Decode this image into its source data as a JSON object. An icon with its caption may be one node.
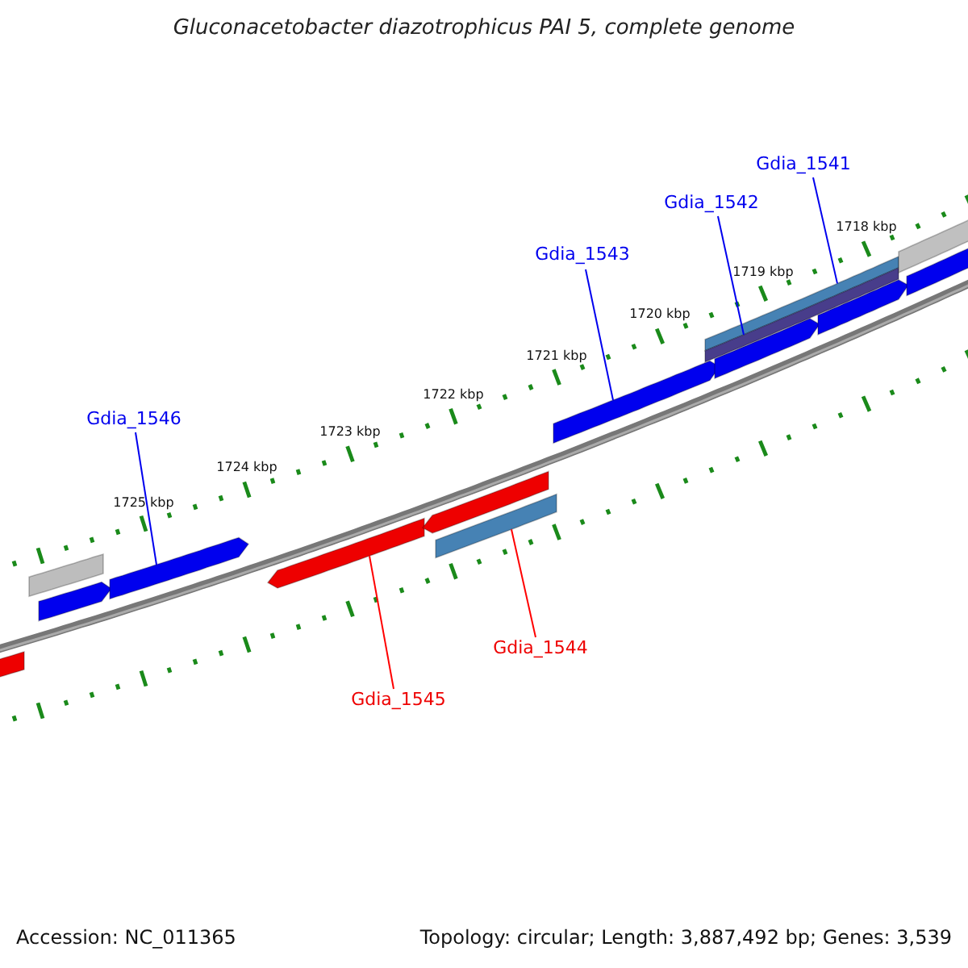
{
  "diagram": {
    "title": "Gluconacetobacter diazotrophicus PAI 5, complete genome",
    "nodes": [
      {
        "text": [
          "Gdia_1541"
        ]
      },
      {
        "text": [
          "Gdia_1542"
        ]
      },
      {
        "text": [
          "Gdia_1543"
        ]
      },
      {
        "text": [
          "Gdia_1546"
        ]
      },
      {
        "text": [
          "Gdia_1544"
        ]
      },
      {
        "text": [
          "Gdia_1545"
        ]
      },
      {
        "text": [],
        "shape": "bar"
      },
      {
        "text": [],
        "shape": "bar"
      },
      {
        "text": [],
        "shape": "bar"
      },
      {
        "text": [],
        "shape": "bar"
      },
      {
        "text": [],
        "shape": "bar"
      },
      {
        "text": [],
        "shape": "bar"
      },
      {
        "text": [],
        "shape": "bar"
      },
      {
        "text": [],
        "shape": "bar"
      },
      {
        "text": [],
        "shape": "bar"
      },
      {
        "text": [],
        "shape": "bar"
      },
      {
        "text": [],
        "shape": "bar"
      },
      {
        "text": [],
        "shape": "bar"
      },
      {
        "text": [],
        "shape": "bar"
      },
      {
        "text": [],
        "shape": "bar"
      }
    ],
    "edges": [
      {
        "from": 0,
        "to": 14,
        "arrow": "none"
      },
      {
        "from": 1,
        "to": 15,
        "arrow": "none"
      },
      {
        "from": 2,
        "to": 13,
        "arrow": "none"
      },
      {
        "from": 3,
        "to": 9,
        "arrow": "none"
      },
      {
        "from": 4,
        "to": 12,
        "arrow": "none",
        "color": "#ff0000"
      },
      {
        "from": 5,
        "to": 10,
        "arrow": "none",
        "color": "#ff0000"
      }
    ],
    "labels": [
      "1718 kbp",
      "1719 kbp",
      "1720 kbp",
      "1721 kbp",
      "1722 kbp",
      "1723 kbp",
      "1724 kbp",
      "1725 kbp",
      "Accession: NC_011365",
      "Topology: circular; Length: 3,887,492 bp; Genes: 3,539"
    ]
  }
}
